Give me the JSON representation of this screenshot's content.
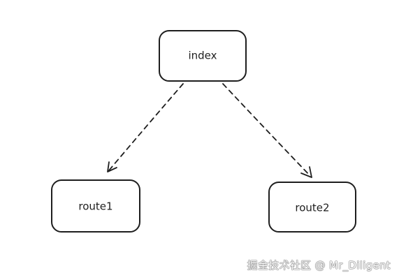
{
  "diagram": {
    "nodes": [
      {
        "id": "index",
        "label": "index"
      },
      {
        "id": "route1",
        "label": "route1"
      },
      {
        "id": "route2",
        "label": "route2"
      }
    ],
    "edges": [
      {
        "from": "index",
        "to": "route1",
        "style": "dashed",
        "arrow": "open"
      },
      {
        "from": "index",
        "to": "route2",
        "style": "dashed",
        "arrow": "open"
      }
    ],
    "colors": {
      "stroke": "#1e1e1e",
      "background": "#ffffff"
    }
  },
  "watermark": "掘金技术社区 @ Mr_Diligent"
}
